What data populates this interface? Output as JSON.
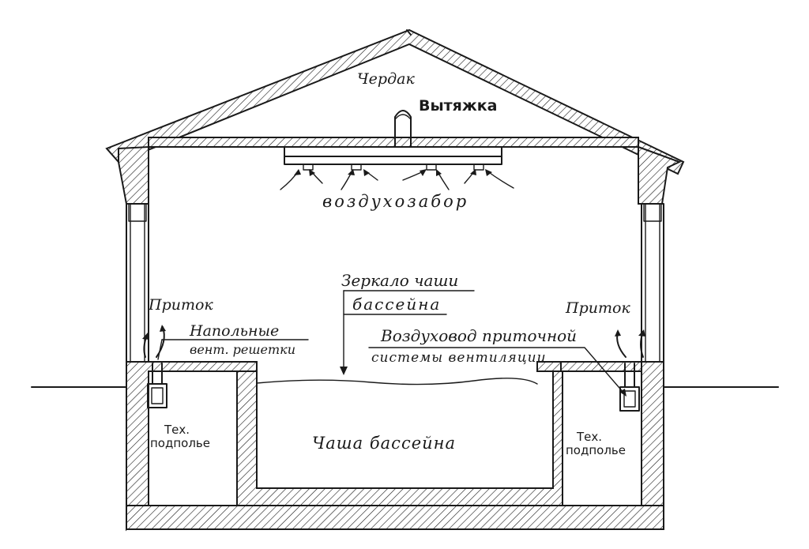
{
  "labels": {
    "attic": "Чердак",
    "exhaust": "Вытяжка",
    "air_intake": "воздухозабор",
    "pool_surface_line1": "Зеркало чаши",
    "pool_surface_line2": "бассейна",
    "supply_left": "Приток",
    "supply_right": "Приток",
    "floor_grilles_line1": "Напольные",
    "floor_grilles_line2": "вент. решетки",
    "supply_duct_line1": "Воздуховод приточной",
    "supply_duct_line2": "системы вентиляции",
    "tech_left_line1": "Тех.",
    "tech_left_line2": "подполье",
    "tech_right_line1": "Тех.",
    "tech_right_line2": "подполье",
    "pool_bowl": "Чаша бассейна"
  },
  "colors": {
    "ink": "#1a1a1a",
    "background": "#ffffff"
  }
}
